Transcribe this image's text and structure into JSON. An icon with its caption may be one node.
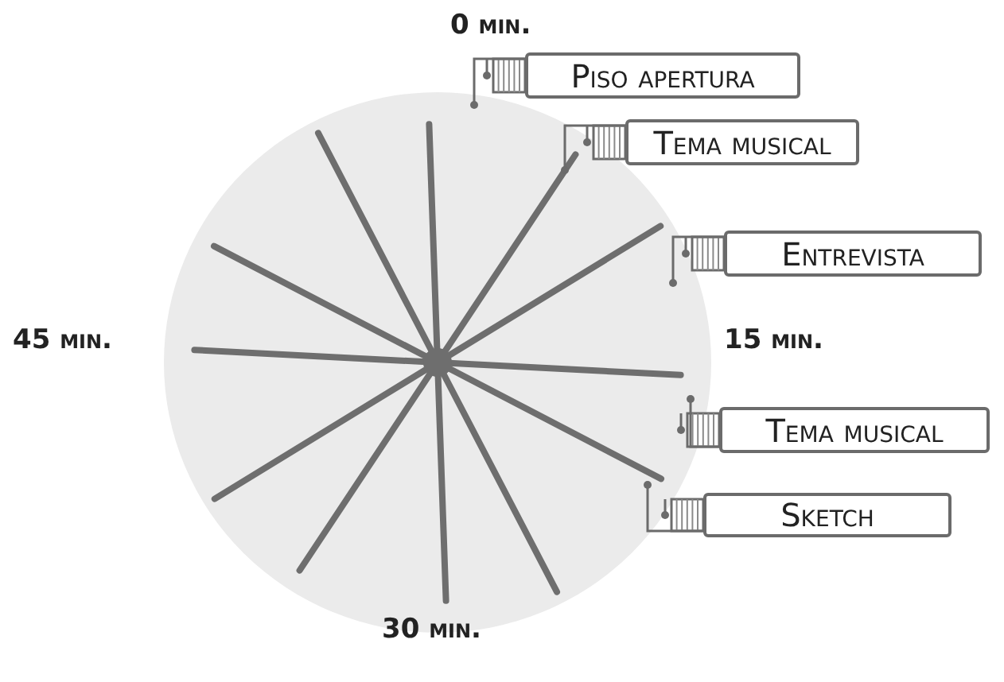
{
  "diagram": {
    "nodes": [
      {
        "text": [
          "Piso apertura"
        ]
      },
      {
        "text": [
          "Tema musical"
        ]
      },
      {
        "text": [
          "Entrevista"
        ]
      },
      {
        "text": [
          "Tema musical"
        ]
      },
      {
        "text": [
          "Sketch"
        ]
      }
    ],
    "edges": [
      {
        "from": 0,
        "to": null,
        "arrow": "other"
      },
      {
        "from": 1,
        "to": null,
        "arrow": "other"
      },
      {
        "from": 2,
        "to": null,
        "arrow": "other"
      },
      {
        "from": 3,
        "to": null,
        "arrow": "other"
      },
      {
        "from": 4,
        "to": null,
        "arrow": "other"
      }
    ],
    "labels": [
      "0 min.",
      "45 min.",
      "15 min.",
      "30 min."
    ]
  }
}
